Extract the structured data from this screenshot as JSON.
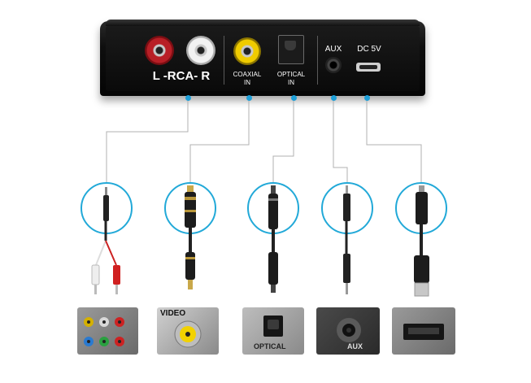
{
  "device": {
    "rca_label": "L -RCA- R",
    "coaxial_label_line1": "COAXIAL",
    "coaxial_label_line2": "IN",
    "optical_label_line1": "OPTICAL",
    "optical_label_line2": "IN",
    "aux_label": "AUX",
    "dc_label": "DC 5V"
  },
  "photos": {
    "video_label": "VIDEO",
    "optical_label": "OPTICAL",
    "aux_label": "AUX"
  },
  "colors": {
    "accent": "#1e9fd8",
    "rca_red": "#d0202a",
    "rca_white": "#e8e8e8",
    "coax_yellow": "#f2d200",
    "device_black": "#0c0c0c"
  },
  "icons": [
    "rca-jack-red",
    "rca-jack-white",
    "coaxial-jack",
    "optical-port",
    "aux-jack",
    "micro-usb-port"
  ]
}
